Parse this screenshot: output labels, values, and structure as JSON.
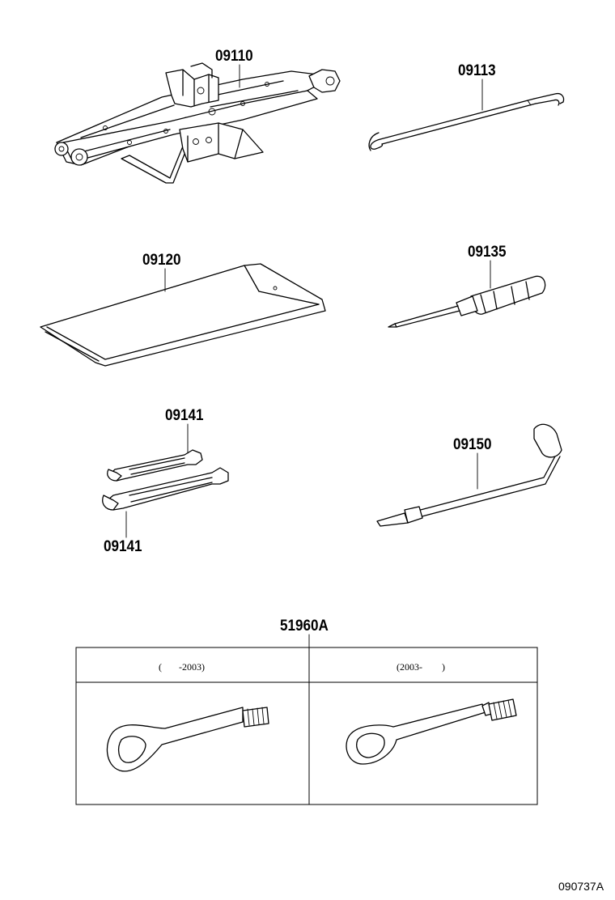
{
  "parts": {
    "jack": "09110",
    "jack_handle": "09113",
    "tool_bag": "09120",
    "screwdriver": "09135",
    "wrench_top": "09141",
    "wrench_bottom": "09141",
    "lug_wrench": "09150",
    "towing_eye": "51960A"
  },
  "table": {
    "col1_title": "(       -2003)",
    "col2_title": "(2003-        )"
  },
  "diagram_code": "090737A"
}
